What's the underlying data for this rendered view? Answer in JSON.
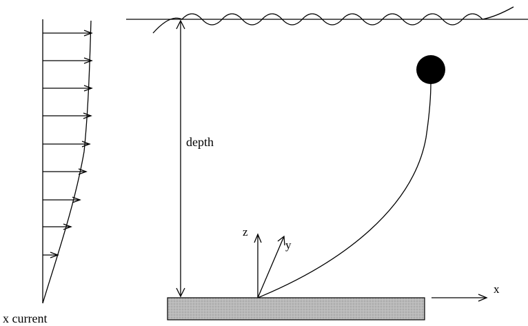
{
  "labels": {
    "depth": "depth",
    "current": "x current",
    "axis_x": "x",
    "axis_y": "y",
    "axis_z": "z"
  },
  "colors": {
    "ink": "#000000",
    "seabed_fill": "#b9b9b9",
    "buoy": "#000000",
    "background": "#ffffff"
  },
  "elements": {
    "current_profile_arrows": 9,
    "surface_wave_crests": 8
  }
}
